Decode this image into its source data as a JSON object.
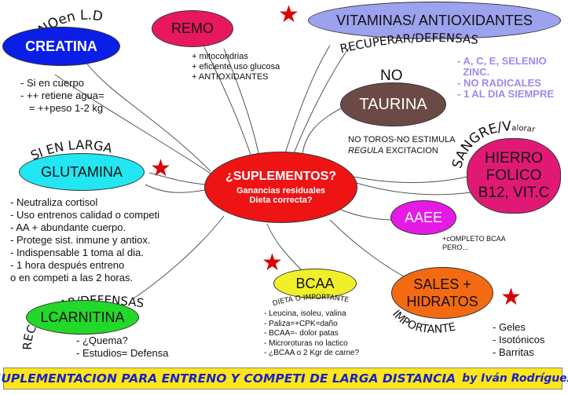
{
  "center": {
    "title": "¿SUPLEMENTOS?",
    "line1": "Ganancias residuales",
    "line2": "Dieta correcta?"
  },
  "creatina": {
    "label": "CREATINA",
    "arc": "NOen L.D",
    "notes": "- Si en cuerpo\n- ++ retiene agua=\n   = ++peso 1-2 kg"
  },
  "remo": {
    "label": "REMO",
    "notes": "+ mitocondrias\n+ eficiente uso glucosa\n+ ANTIOXIDANTES"
  },
  "vitaminas": {
    "label": "VITAMINAS/ ANTIOXIDANTES",
    "arc": "RECUPERAR/DEFENSAS",
    "notes": "- A, C, E, SELENIO\n  ZINC.\n- NO RADICALES\n- 1 AL DIA SIEMPRE"
  },
  "taurina": {
    "label": "TAURINA",
    "tag": "NO",
    "note1": "NO TOROS-NO ESTIMULA",
    "note2_em": "REGULA",
    "note2_rest": " EXCITACION"
  },
  "glutamina": {
    "label": "GLUTAMINA",
    "arc": "SI EN LARGA",
    "notes": "- Neutraliza cortisol\n- Uso entrenos calidad o competi\n- AA + abundante cuerpo.\n- Protege sist. inmune y antiox.\n- Indispensable 1 toma al dia.\n- 1 hora después entreno\no en competi a las 2 horas."
  },
  "hierro": {
    "line1": "HIERRO",
    "line2": "FOLICO",
    "line3": "B12, VIT.C",
    "arc": "SANGRE/V",
    "arc_small": "alorar"
  },
  "aaee": {
    "label": "AAEE",
    "notes": "+cOMPLETO BCAA\nPERO..."
  },
  "bcaa": {
    "label": "BCAA",
    "arc": "DIETA O IMPORTANTE",
    "notes": "- Leucina, isoleu, valina\n- Paliza=+CPK=daño\n- BCAA=- dolor patas\n- Microroturas no lactico\n- ¿BCAA o 2 Kgr de carne?"
  },
  "lcarnitina": {
    "label": "LCARNITINA",
    "arc": "RECUPERAR/DEFENSAS",
    "notes": "- ¿Quema?\n- Estudios= Defensa"
  },
  "sales": {
    "line1": "SALES +",
    "line2": "HIDRATOS",
    "arc": "IMPORTANTE",
    "notes": "- Geles\n- Isotónicos\n- Barritas"
  },
  "footer": {
    "title": "SUPLEMENTACION PARA ENTRENO Y COMPETI DE LARGA DISTANCIA",
    "by": "by Iván Rodríguez"
  },
  "colors": {
    "creatina": "#0a1ee6",
    "remo": "#e8185e",
    "vitaminas": "#9da2ee",
    "taurina": "#6b4a46",
    "glutamina": "#22e6f2",
    "hierro": "#e01a74",
    "aaee": "#e61ae6",
    "bcaa": "#f0f02a",
    "lcarnitina": "#22d828",
    "sales": "#f46a12",
    "center": "#ee1414",
    "accent_text": "#9a8cf0",
    "footer_text": "#1a22c8"
  }
}
